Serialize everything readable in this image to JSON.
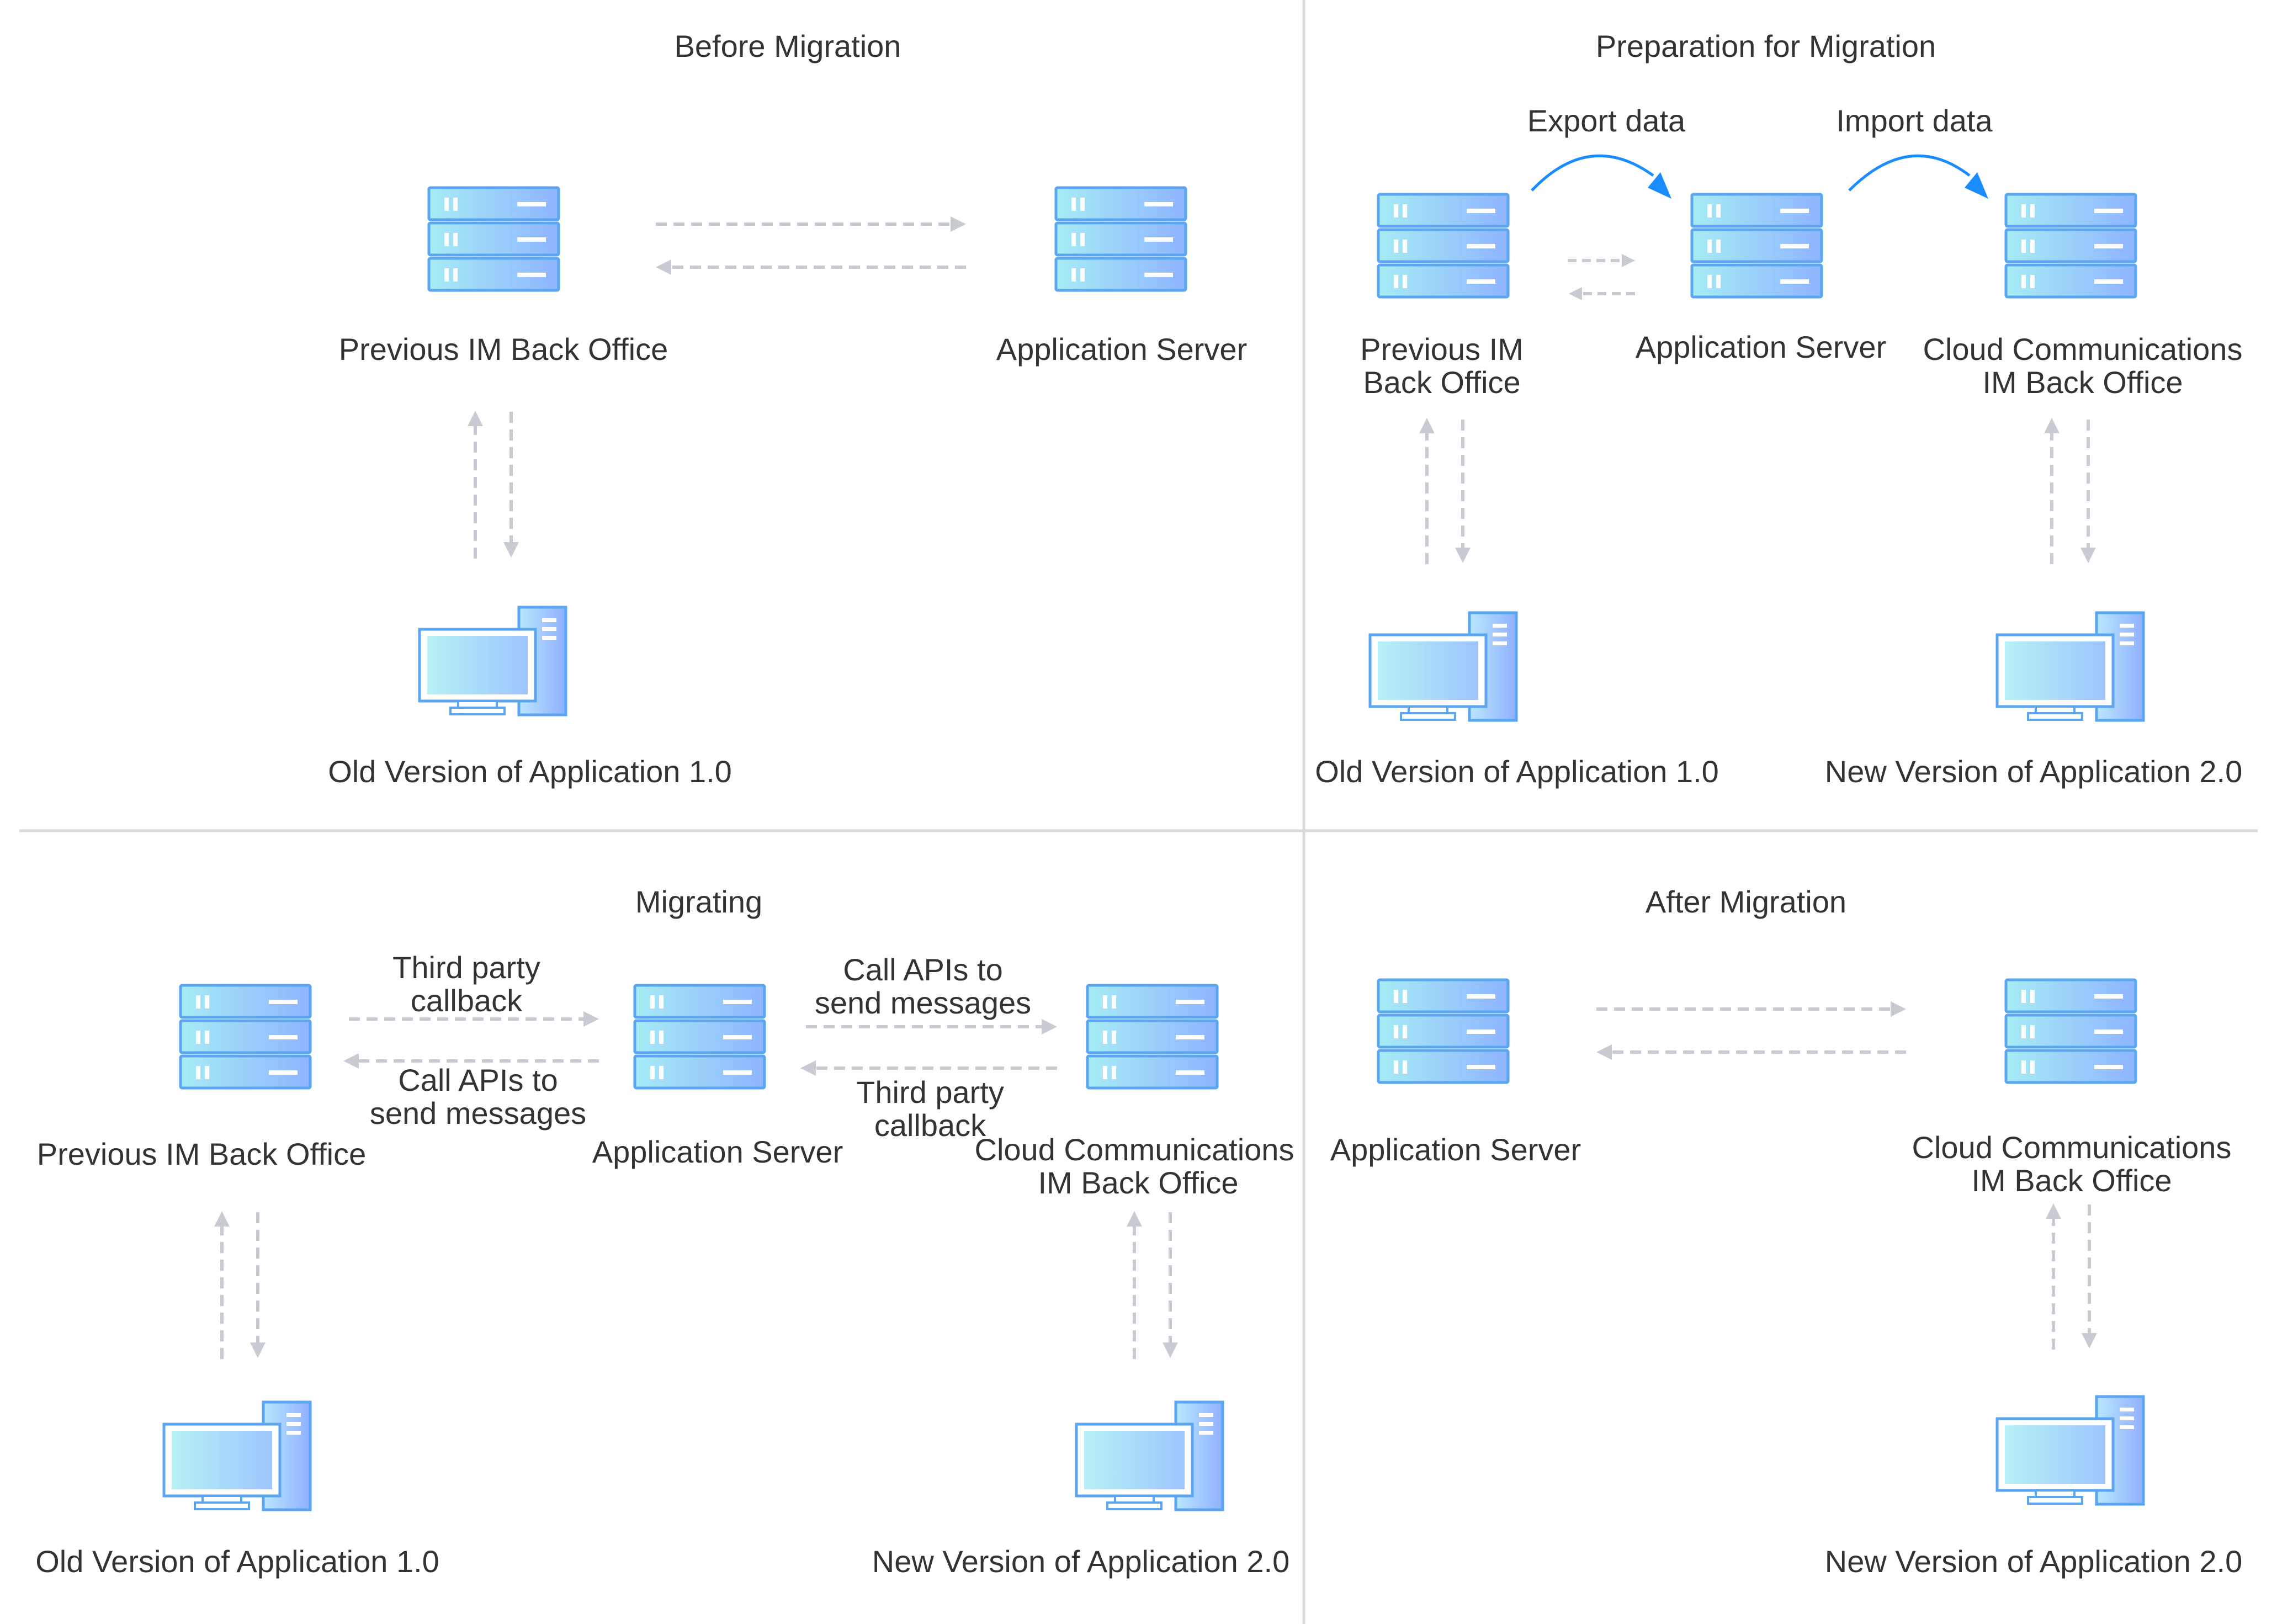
{
  "panels": {
    "before": {
      "title": "Before Migration",
      "prev_office": "Previous IM Back Office",
      "app_server": "Application Server",
      "old_app": "Old Version of Application 1.0"
    },
    "prep": {
      "title": "Preparation for Migration",
      "export": "Export data",
      "import": "Import data",
      "prev_office_l1": "Previous IM",
      "prev_office_l2": "Back Office",
      "app_server": "Application Server",
      "cloud_l1": "Cloud Communications",
      "cloud_l2": "IM Back Office",
      "old_app": "Old Version of Application 1.0",
      "new_app": "New Version of Application 2.0"
    },
    "migrating": {
      "title": "Migrating",
      "cb1_l1": "Third party",
      "cb1_l2": "callback",
      "api1_l1": "Call APIs to",
      "api1_l2": "send messages",
      "api2_l1": "Call APIs to",
      "api2_l2": "send messages",
      "cb2_l1": "Third party",
      "cb2_l2": "callback",
      "prev_office": "Previous IM Back Office",
      "app_server": "Application Server",
      "cloud_l1": "Cloud Communications",
      "cloud_l2": "IM Back Office",
      "old_app": "Old Version of Application 1.0",
      "new_app": "New Version of Application 2.0"
    },
    "after": {
      "title": "After Migration",
      "app_server": "Application Server",
      "cloud_l1": "Cloud Communications",
      "cloud_l2": "IM Back Office",
      "new_app": "New Version of Application 2.0"
    }
  },
  "colors": {
    "server_fill_start": "#a6ecf4",
    "server_fill_end": "#8fb4ff",
    "server_border": "#5aa6f0",
    "dashed_arrow": "#c9cbd3",
    "accent_arrow": "#1a8cff"
  },
  "icons": {
    "server": "server-rack-icon",
    "computer": "desktop-computer-icon"
  }
}
